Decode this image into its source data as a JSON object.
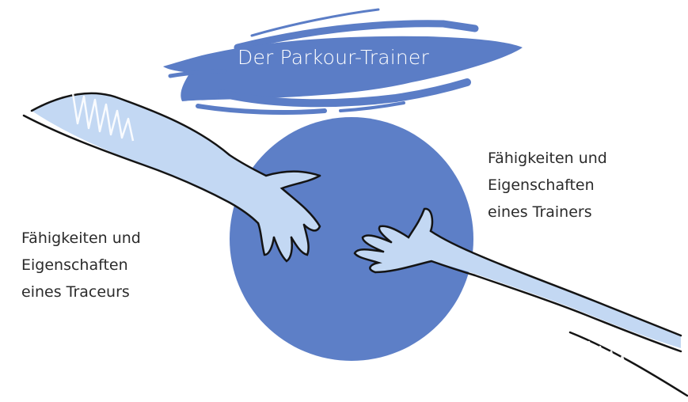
{
  "title": "Der Parkour-Trainer",
  "left_caption": {
    "line1": "Fähigkeiten und",
    "line2": "Eigenschaften",
    "line3": "eines Traceurs"
  },
  "right_caption": {
    "line1": "Fähigkeiten und",
    "line2": "Eigenschaften",
    "line3": "eines Trainers"
  },
  "colors": {
    "brush": "#5b7dc6",
    "circle": "#5d7fc7",
    "arm_fill": "#c3d8f3",
    "outline": "#141414",
    "text": "#2b2b2b"
  },
  "icons": {
    "left_hand": "reaching-hand-icon",
    "right_hand": "reaching-hand-icon"
  }
}
